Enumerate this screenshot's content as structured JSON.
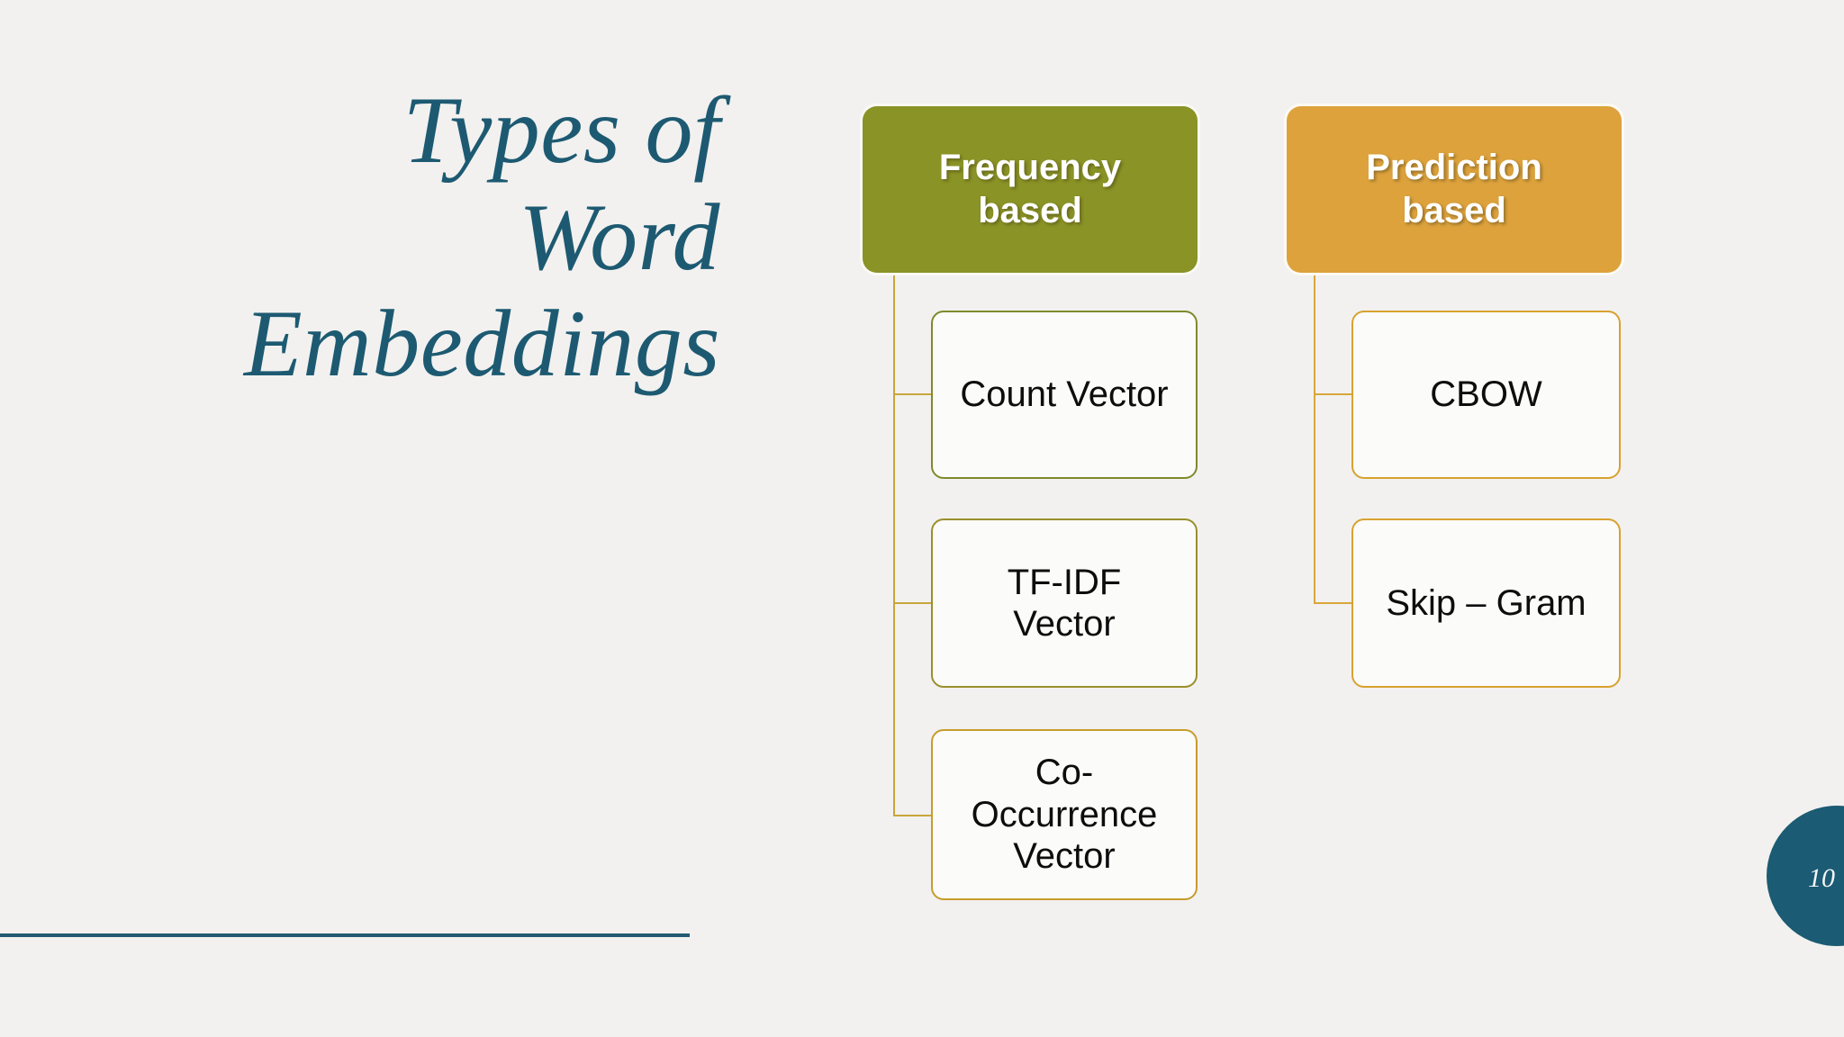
{
  "slide": {
    "background_color": "#f2f1ef",
    "page_number": "10",
    "accent_color": "#1d5a72"
  },
  "title": {
    "lines": [
      "Types of",
      "Word",
      "Embeddings"
    ],
    "full_text": "Types of Word Embeddings",
    "color": "#1d5a72"
  },
  "diagram": {
    "type": "tree",
    "branches": [
      {
        "header": {
          "label_lines": [
            "Frequency",
            "based"
          ],
          "label": "Frequency based",
          "fill_color": "#8a9325",
          "text_color": "#ffffff"
        },
        "children": [
          {
            "label_lines": [
              "Count Vector"
            ],
            "label": "Count Vector",
            "border_color": "#7e8a2b"
          },
          {
            "label_lines": [
              "TF-IDF",
              "Vector"
            ],
            "label": "TF-IDF Vector",
            "border_color": "#9a8f2c"
          },
          {
            "label_lines": [
              "Co-",
              "Occurrence",
              "Vector"
            ],
            "label": "Co-Occurrence Vector",
            "border_color": "#c89c2b"
          }
        ]
      },
      {
        "header": {
          "label_lines": [
            "Prediction",
            "based"
          ],
          "label": "Prediction based",
          "fill_color": "#dda23c",
          "text_color": "#ffffff"
        },
        "children": [
          {
            "label_lines": [
              "CBOW"
            ],
            "label": "CBOW",
            "border_color": "#d8a22f"
          },
          {
            "label_lines": [
              "Skip – Gram"
            ],
            "label": "Skip – Gram",
            "border_color": "#d8a22f"
          }
        ]
      }
    ]
  }
}
